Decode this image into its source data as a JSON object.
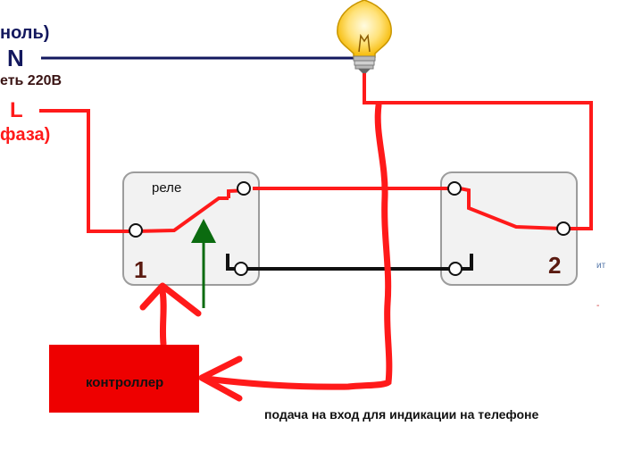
{
  "labels": {
    "neutral_top": "ноль)",
    "n_letter": "N",
    "network": "еть 220В",
    "l_letter": "L",
    "phase": "фаза)",
    "relay": "реле",
    "switch1_number": "1",
    "switch2_number": "2",
    "controller": "контроллер",
    "note": "подача на вход для индикации на телефоне",
    "edge_fragment_1": "ит",
    "edge_fragment_2": "-"
  },
  "colors": {
    "phase_wire": "#ff1a1a",
    "neutral_wire": "#13185e",
    "return_wire": "#111111",
    "arrow_green": "#0b6b10",
    "controller_box": "#ee0000",
    "switch_fill": "#f2f2f2",
    "switch_border": "#9c9c9c"
  },
  "icons": [
    "light-bulb-icon",
    "arrow-up-icon",
    "arrow-left-icon"
  ]
}
